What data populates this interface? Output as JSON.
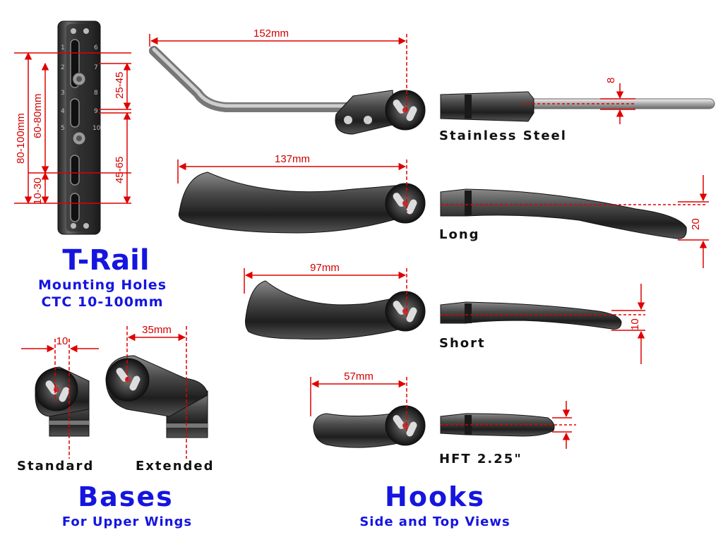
{
  "trail": {
    "title": "T-Rail",
    "subtitle1": "Mounting Holes",
    "subtitle2": "CTC 10-100mm",
    "dims": [
      "80-100mm",
      "60-80mm",
      "10-30",
      "25-45",
      "45-65"
    ],
    "digits": [
      "1",
      "2",
      "3",
      "4",
      "5",
      "6",
      "7",
      "8",
      "9",
      "10"
    ]
  },
  "bases": {
    "title": "Bases",
    "subtitle": "For Upper Wings",
    "standard_label": "Standard",
    "extended_label": "Extended",
    "dim_standard": "10",
    "dim_extended": "35mm"
  },
  "hooks": {
    "title": "Hooks",
    "subtitle": "Side and Top Views",
    "items": [
      {
        "label": "Stainless Steel",
        "length": "152mm",
        "top_dim": "8"
      },
      {
        "label": "Long",
        "length": "137mm",
        "top_dim": "20"
      },
      {
        "label": "Short",
        "length": "97mm",
        "top_dim": "10"
      },
      {
        "label": "HFT 2.25\"",
        "length": "57mm"
      }
    ]
  },
  "colors": {
    "dimension": "#e00000",
    "title": "#1515e0",
    "metal": "#3a3a3a",
    "text": "#111111"
  }
}
